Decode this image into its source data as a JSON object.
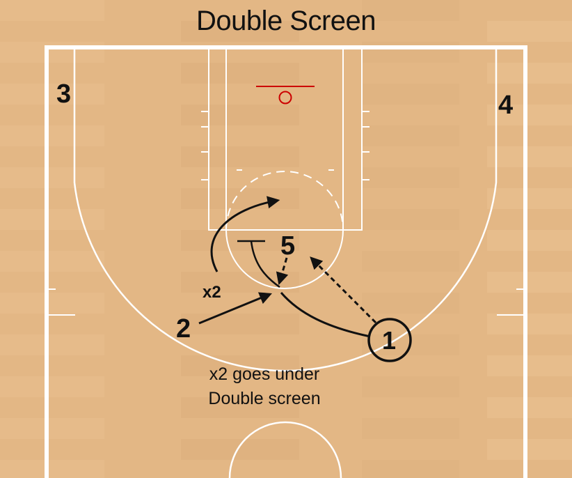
{
  "title": "Double Screen",
  "players": {
    "p1": "1",
    "p2": "2",
    "p3": "3",
    "p4": "4",
    "p5": "5"
  },
  "defender": "x2",
  "note": {
    "line1": "x2 goes under",
    "line2": "Double screen"
  },
  "colors": {
    "floor": "#e3b785",
    "lines": "#ffffff",
    "rim": "#cc0000",
    "ink": "#111111"
  }
}
